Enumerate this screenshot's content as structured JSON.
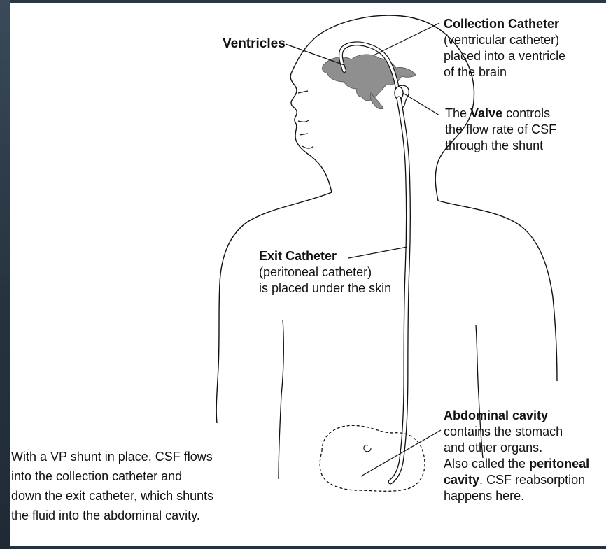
{
  "labels": {
    "ventricles": "Ventricles",
    "collection": {
      "title": "Collection Catheter",
      "lines": [
        "(ventricular catheter)",
        "placed into a ventricle",
        "of the brain"
      ]
    },
    "valve": {
      "line1_pre": "The ",
      "line1_bold": "Valve",
      "line1_post": " controls",
      "line2": "the flow rate of CSF",
      "line3": "through the shunt"
    },
    "exit": {
      "title": "Exit Catheter",
      "lines": [
        "(peritoneal catheter)",
        "is placed under the skin"
      ]
    },
    "abdominal": {
      "title": "Abdominal cavity",
      "line1": "contains the stomach",
      "line2": "and other organs.",
      "line3_pre": "Also called the ",
      "line3_bold": "peritoneal",
      "line4_bold": "cavity",
      "line4_post": ". CSF reabsorption",
      "line5": "happens here."
    },
    "summary": [
      "With a VP shunt in place, CSF flows",
      "into the collection catheter and",
      "down the exit catheter, which shunts",
      "the fluid into the abdominal cavity."
    ]
  },
  "colors": {
    "outline": "#111111",
    "ventricle_fill": "#8f8f8f",
    "catheter_fill": "#ffffff",
    "frame": "#243240"
  }
}
